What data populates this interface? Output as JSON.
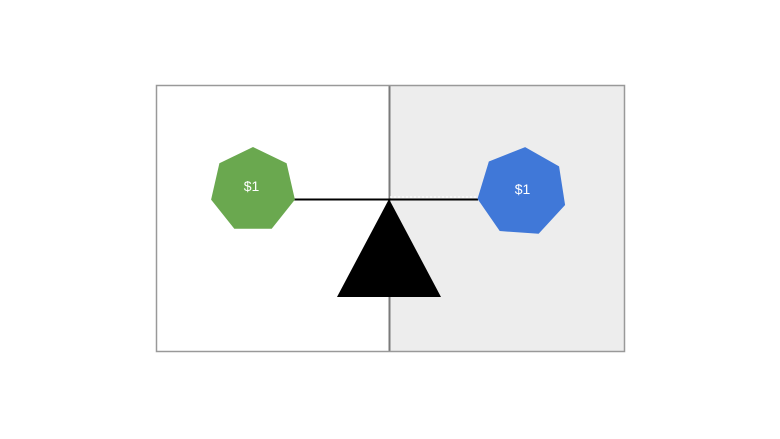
{
  "page": {
    "background": "#ffffff"
  },
  "diagram": {
    "type": "balance-scale",
    "panels": {
      "left": {
        "background": "#ffffff"
      },
      "right": {
        "background": "#ededed"
      },
      "border_color": "#999999",
      "divider_color": "#7a7a7a"
    },
    "beam": {
      "color": "#000000",
      "guide_dots_color": "#ffffff"
    },
    "fulcrum": {
      "color": "#000000"
    },
    "coins": {
      "left": {
        "label": "$1",
        "shape": "heptagon",
        "color": "#6aa84f",
        "label_color": "#ffffff"
      },
      "right": {
        "label": "$1",
        "shape": "heptagon",
        "color": "#4078d8",
        "label_color": "#ffffff"
      }
    }
  }
}
